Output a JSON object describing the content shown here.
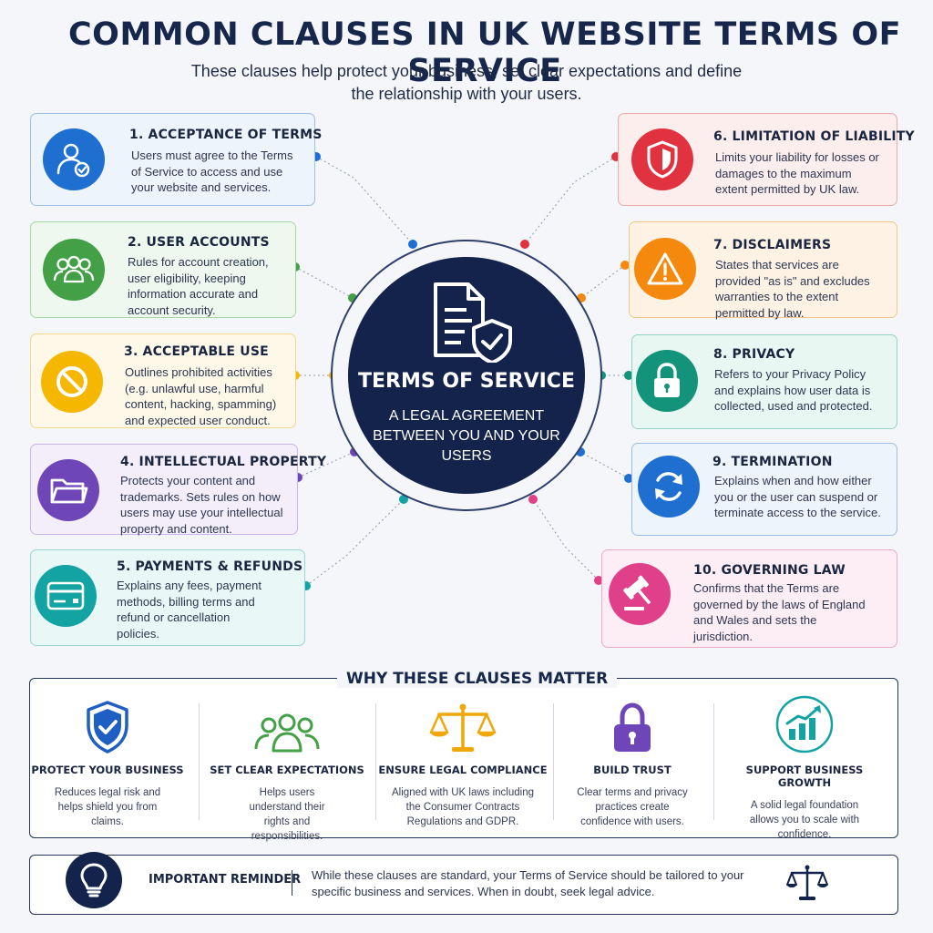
{
  "title": "COMMON CLAUSES IN UK WEBSITE TERMS OF SERVICE",
  "subtitle": "These clauses help protect your business, set clear expectations and define the relationship with your users.",
  "hub": {
    "title": "TERMS OF SERVICE",
    "subtitle": "A LEGAL AGREEMENT BETWEEN YOU AND YOUR USERS"
  },
  "clauses": [
    {
      "title": "1.  ACCEPTANCE OF TERMS",
      "desc": "Users must agree to the Terms of Service to access and use your website and services.",
      "color": "#1f6fd1",
      "icon": "user-check-icon"
    },
    {
      "title": "2.  USER ACCOUNTS",
      "desc": "Rules for account creation, user eligibility, keeping information accurate and account security.",
      "color": "#43a047",
      "icon": "users-icon"
    },
    {
      "title": "3.  ACCEPTABLE USE",
      "desc": "Outlines prohibited activities (e.g. unlawful use, harmful content, hacking, spamming) and expected user conduct.",
      "color": "#f5b700",
      "icon": "prohibited-icon"
    },
    {
      "title": "4.  INTELLECTUAL PROPERTY",
      "desc": "Protects your content and trademarks. Sets rules on how users may use your intellectual property and content.",
      "color": "#6f46b8",
      "icon": "folder-icon"
    },
    {
      "title": "5.  PAYMENTS & REFUNDS",
      "desc": "Explains any fees, payment methods, billing terms and refund or cancellation policies.",
      "color": "#13a3a3",
      "icon": "credit-card-icon"
    },
    {
      "title": "6.  LIMITATION OF LIABILITY",
      "desc": "Limits your liability for losses or damages to the maximum extent permitted by UK law.",
      "color": "#e0333f",
      "icon": "shield-alert-icon"
    },
    {
      "title": "7.  DISCLAIMERS",
      "desc": "States that services are provided \"as is\" and excludes warranties to the extent permitted by law.",
      "color": "#f5890d",
      "icon": "warning-icon"
    },
    {
      "title": "8.  PRIVACY",
      "desc": "Refers to your Privacy Policy and explains how user data is collected, used and protected.",
      "color": "#12937a",
      "icon": "lock-icon"
    },
    {
      "title": "9.  TERMINATION",
      "desc": "Explains when and how either you or the user can suspend or terminate access to the service.",
      "color": "#1f6fd1",
      "icon": "refresh-icon"
    },
    {
      "title": "10.  GOVERNING LAW",
      "desc": "Confirms that the Terms are governed by the laws of England and Wales and sets the jurisdiction.",
      "color": "#e0408a",
      "icon": "gavel-icon"
    }
  ],
  "why": {
    "title": "WHY THESE CLAUSES MATTER",
    "items": [
      {
        "title": "PROTECT YOUR BUSINESS",
        "desc": "Reduces legal risk and helps shield you from claims.",
        "icon": "shield-check-icon"
      },
      {
        "title": "SET CLEAR EXPECTATIONS",
        "desc": "Helps users understand their rights and responsibilities.",
        "icon": "users-icon"
      },
      {
        "title": "ENSURE LEGAL COMPLIANCE",
        "desc": "Aligned with UK laws including the Consumer Contracts Regulations and GDPR.",
        "icon": "scales-icon"
      },
      {
        "title": "BUILD TRUST",
        "desc": "Clear terms and privacy practices create confidence with users.",
        "icon": "lock-icon"
      },
      {
        "title": "SUPPORT BUSINESS GROWTH",
        "desc": "A solid legal foundation allows you to scale with confidence.",
        "icon": "growth-chart-icon"
      }
    ]
  },
  "reminder": {
    "title": "IMPORTANT REMINDER",
    "text": "While these clauses are standard, your Terms of Service should be tailored to your specific business and services. When in doubt, seek legal advice."
  }
}
